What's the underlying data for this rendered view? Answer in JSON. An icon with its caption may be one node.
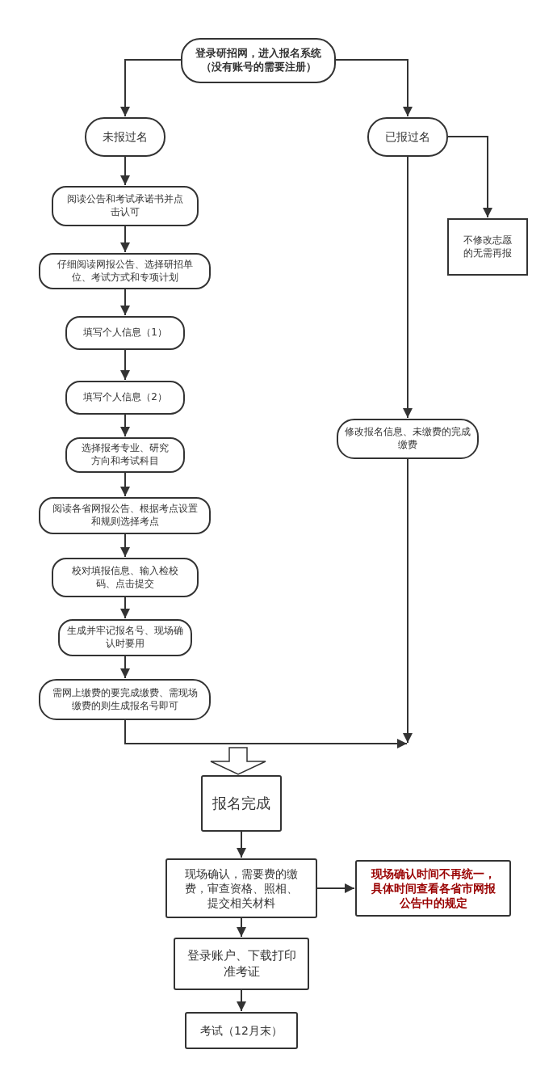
{
  "diagram": {
    "nodes": [
      {
        "text": [
          "登录研招网，进入报名系统（没有账号的需要注册）"
        ]
      },
      {
        "text": [
          "未报过名"
        ]
      },
      {
        "text": [
          "已报过名"
        ]
      },
      {
        "text": [
          "不修改志愿的无需再报"
        ]
      },
      {
        "text": [
          "阅读公告和考试承诺书并点击认可"
        ]
      },
      {
        "text": [
          "仔细阅读网报公告、选择研招单位、考试方式和专项计划"
        ]
      },
      {
        "text": [
          "填写个人信息（1）"
        ]
      },
      {
        "text": [
          "填写个人信息（2）"
        ]
      },
      {
        "text": [
          "选择报考专业、研究方向和考试科目"
        ]
      },
      {
        "text": [
          "修改报名信息、未缴费的完成缴费"
        ]
      },
      {
        "text": [
          "阅读各省网报公告、根据考点设置和规则选择考点"
        ]
      },
      {
        "text": [
          "校对填报信息、输入检校码、点击提交"
        ]
      },
      {
        "text": [
          "生成并牢记报名号、现场确认时要用"
        ]
      },
      {
        "text": [
          "需网上缴费的要完成缴费、需现场缴费的则生成报名号即可"
        ]
      },
      {
        "text": [
          "报名完成"
        ]
      },
      {
        "text": [
          "现场确认，需要费的缴费，审查资格、照相、提交相关材料"
        ]
      },
      {
        "text": [
          "现场确认时间不再统一，具体时间查看各省市网报公告中的规定"
        ]
      },
      {
        "text": [
          "登录账户、下载打印准考证"
        ]
      },
      {
        "text": [
          "考试（12月末）"
        ]
      }
    ],
    "edges": [
      {
        "from": 0,
        "to": 1,
        "arrow": "to"
      },
      {
        "from": 0,
        "to": 2,
        "arrow": "to"
      },
      {
        "from": 2,
        "to": 3,
        "arrow": "to"
      },
      {
        "from": 1,
        "to": 4,
        "arrow": "to"
      },
      {
        "from": 4,
        "to": 5,
        "arrow": "to"
      },
      {
        "from": 5,
        "to": 6,
        "arrow": "to"
      },
      {
        "from": 6,
        "to": 7,
        "arrow": "to"
      },
      {
        "from": 7,
        "to": 8,
        "arrow": "to"
      },
      {
        "from": 2,
        "to": 9,
        "arrow": "to"
      },
      {
        "from": 8,
        "to": 10,
        "arrow": "to"
      },
      {
        "from": 10,
        "to": 11,
        "arrow": "to"
      },
      {
        "from": 11,
        "to": 12,
        "arrow": "to"
      },
      {
        "from": 12,
        "to": 13,
        "arrow": "to"
      },
      {
        "from": 13,
        "to": null,
        "arrow": "to"
      },
      {
        "from": 9,
        "to": null,
        "arrow": "to"
      },
      {
        "from": null,
        "to": 14,
        "arrow": "to",
        "style": "thick"
      },
      {
        "from": 14,
        "to": 15,
        "arrow": "to"
      },
      {
        "from": 15,
        "to": 16,
        "arrow": "to"
      },
      {
        "from": 15,
        "to": 17,
        "arrow": "to"
      },
      {
        "from": 17,
        "to": 18,
        "arrow": "to"
      }
    ]
  }
}
